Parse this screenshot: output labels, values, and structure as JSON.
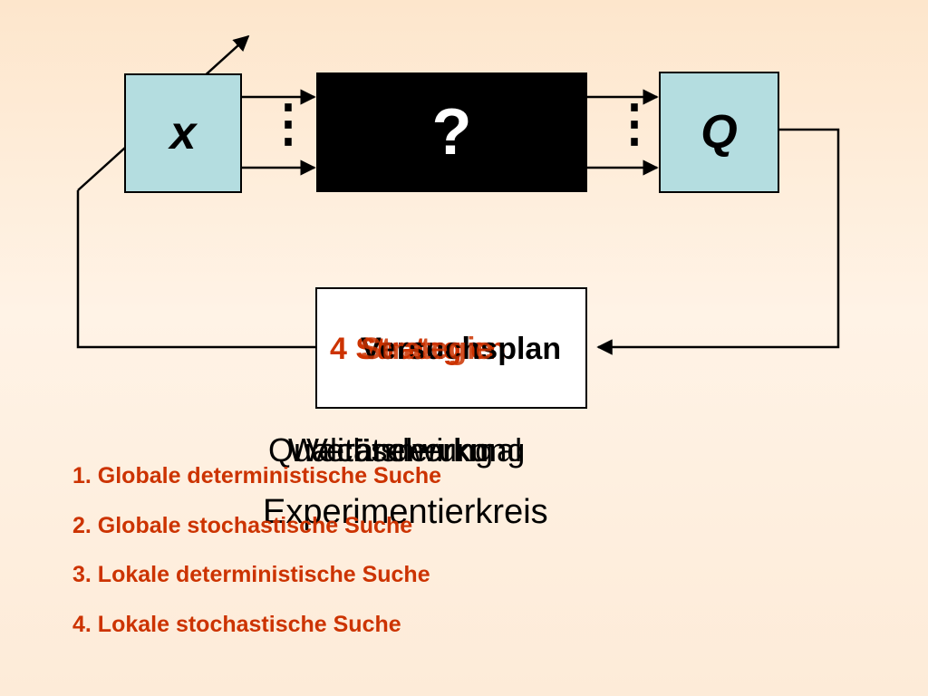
{
  "diagram": {
    "input_variable": "x",
    "output_variable": "Q",
    "black_box_symbol": "?",
    "input_dots": "⋮",
    "output_dots": "⋮",
    "strategy_box": {
      "label_primary": "Strategie",
      "label_overlap_red": "4 Strategien",
      "label_overlap_black": "Versuchsplan"
    },
    "caption": {
      "line1_a": "Qualitätsmerkmal",
      "line1_b": "Wechselwirkung",
      "line1_c": "Veränderung",
      "line2": "Experimentierkreis"
    }
  },
  "strategies": [
    "1. Globale deterministische Suche",
    "2. Globale stochastische Suche",
    "3. Lokale deterministische Suche",
    "4. Lokale stochastische Suche"
  ],
  "colors": {
    "accent_red": "#cc3300",
    "box_blue": "#b4dde0",
    "black_box": "#000000"
  }
}
